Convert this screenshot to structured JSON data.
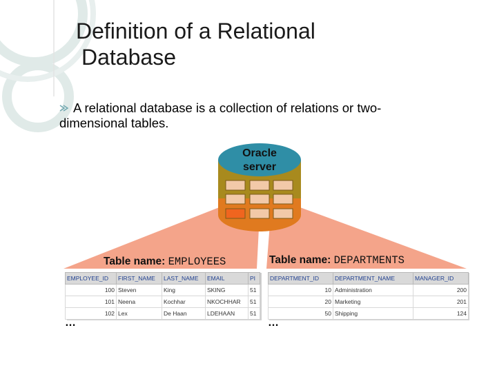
{
  "slide": {
    "title_line1": "Definition of a Relational",
    "title_line2": "Database",
    "bullet_line1": "A relational database is a collection of relations or two-",
    "bullet_line2": "dimensional tables."
  },
  "server": {
    "label_line1": "Oracle",
    "label_line2": "server"
  },
  "employees": {
    "caption_prefix": "Table name: ",
    "caption_name": "EMPLOYEES",
    "columns": [
      "EMPLOYEE_ID",
      "FIRST_NAME",
      "LAST_NAME",
      "EMAIL",
      "PI"
    ],
    "rows": [
      [
        "100",
        "Steven",
        "King",
        "SKING",
        "51"
      ],
      [
        "101",
        "Neena",
        "Kochhar",
        "NKOCHHAR",
        "51"
      ],
      [
        "102",
        "Lex",
        "De Haan",
        "LDEHAAN",
        "51"
      ]
    ],
    "more": "…"
  },
  "departments": {
    "caption_prefix": "Table name: ",
    "caption_name": "DEPARTMENTS",
    "columns": [
      "DEPARTMENT_ID",
      "DEPARTMENT_NAME",
      "MANAGER_ID"
    ],
    "rows": [
      [
        "10",
        "Administration",
        "200"
      ],
      [
        "20",
        "Marketing",
        "201"
      ],
      [
        "50",
        "Shipping",
        "124"
      ]
    ],
    "more": "…"
  },
  "colors": {
    "accent_fan": "#f4a48a",
    "cylinder_top": "#2f8ea6",
    "cylinder_body": "#a88a1e",
    "cylinder_band": "#d9761f",
    "cell_fill": "#f2c9a8",
    "cell_fill_bottom": "#f0651f"
  }
}
